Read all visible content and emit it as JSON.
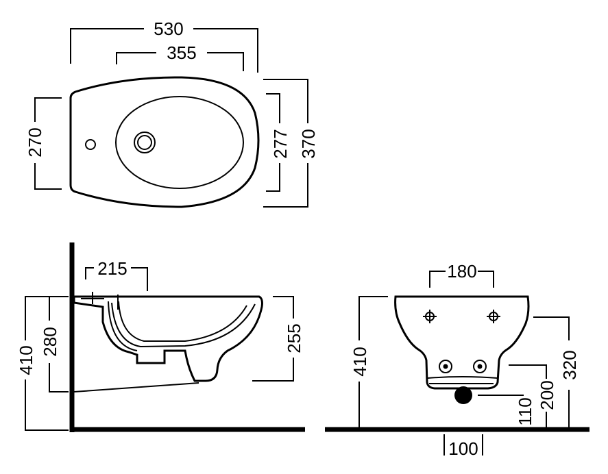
{
  "top_view": {
    "overall_length": "530",
    "bowl_length": "355",
    "rim_width": "270",
    "bowl_width": "277",
    "overall_width": "370"
  },
  "side_view": {
    "tap_hole_offset": "215",
    "total_height": "410",
    "fixing_height": "280",
    "bowl_depth": "255"
  },
  "front_view": {
    "bolt_spacing": "180",
    "total_height": "410",
    "rim_to_floor": "320",
    "outlet_height": "200",
    "drain_height": "110",
    "drain_width": "100"
  }
}
